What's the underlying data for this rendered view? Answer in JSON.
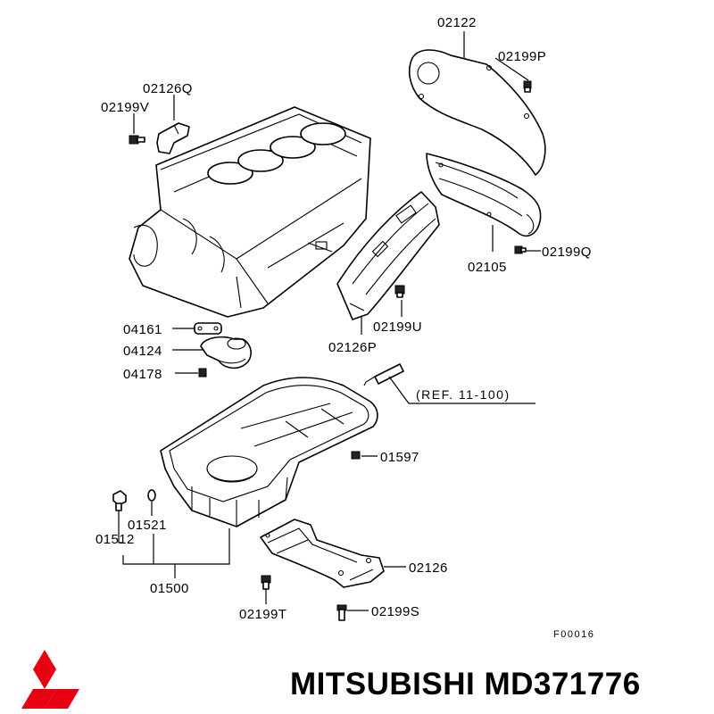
{
  "labels": {
    "p02122": "02122",
    "p02199P": "02199P",
    "p02126Q": "02126Q",
    "p02199V": "02199V",
    "p02199Q": "02199Q",
    "p02105": "02105",
    "p02199U": "02199U",
    "p02126P": "02126P",
    "p04161": "04161",
    "p04124": "04124",
    "p04178": "04178",
    "ref": "(REF. 11-100)",
    "p01597": "01597",
    "p01521": "01521",
    "p01512": "01512",
    "p01500": "01500",
    "p02126": "02126",
    "p02199T": "02199T",
    "p02199S": "02199S",
    "figure_code": "F00016"
  },
  "brand": {
    "text": "MITSUBISHI MD371776",
    "logo": "mitsubishi-three-diamonds-logo",
    "logo_color": "#e60012"
  }
}
